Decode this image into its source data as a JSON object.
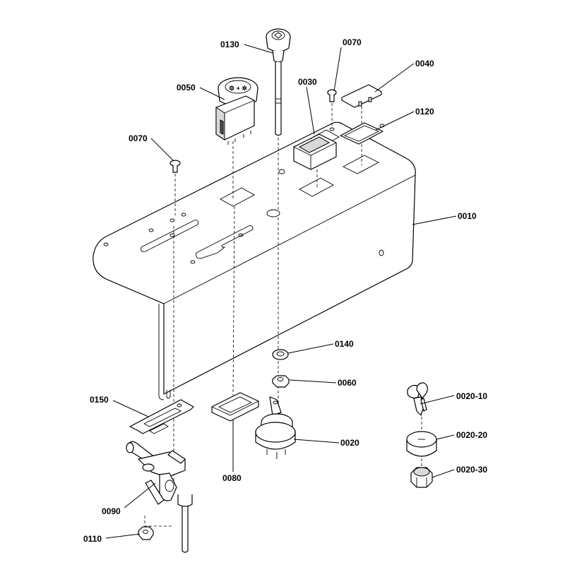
{
  "callouts": {
    "c0130": "0130",
    "c0070a": "0070",
    "c0040": "0040",
    "c0050": "0050",
    "c0030": "0030",
    "c0120": "0120",
    "c0070b": "0070",
    "c0010": "0010",
    "c0140": "0140",
    "c0060": "0060",
    "c0150": "0150",
    "c0080": "0080",
    "c0020": "0020",
    "c0020_10": "0020-10",
    "c0020_20": "0020-20",
    "c0020_30": "0020-30",
    "c0090": "0090",
    "c0110": "0110"
  },
  "colors": {
    "line": "#000000",
    "background": "#ffffff",
    "shade": "#d9d9d9"
  }
}
